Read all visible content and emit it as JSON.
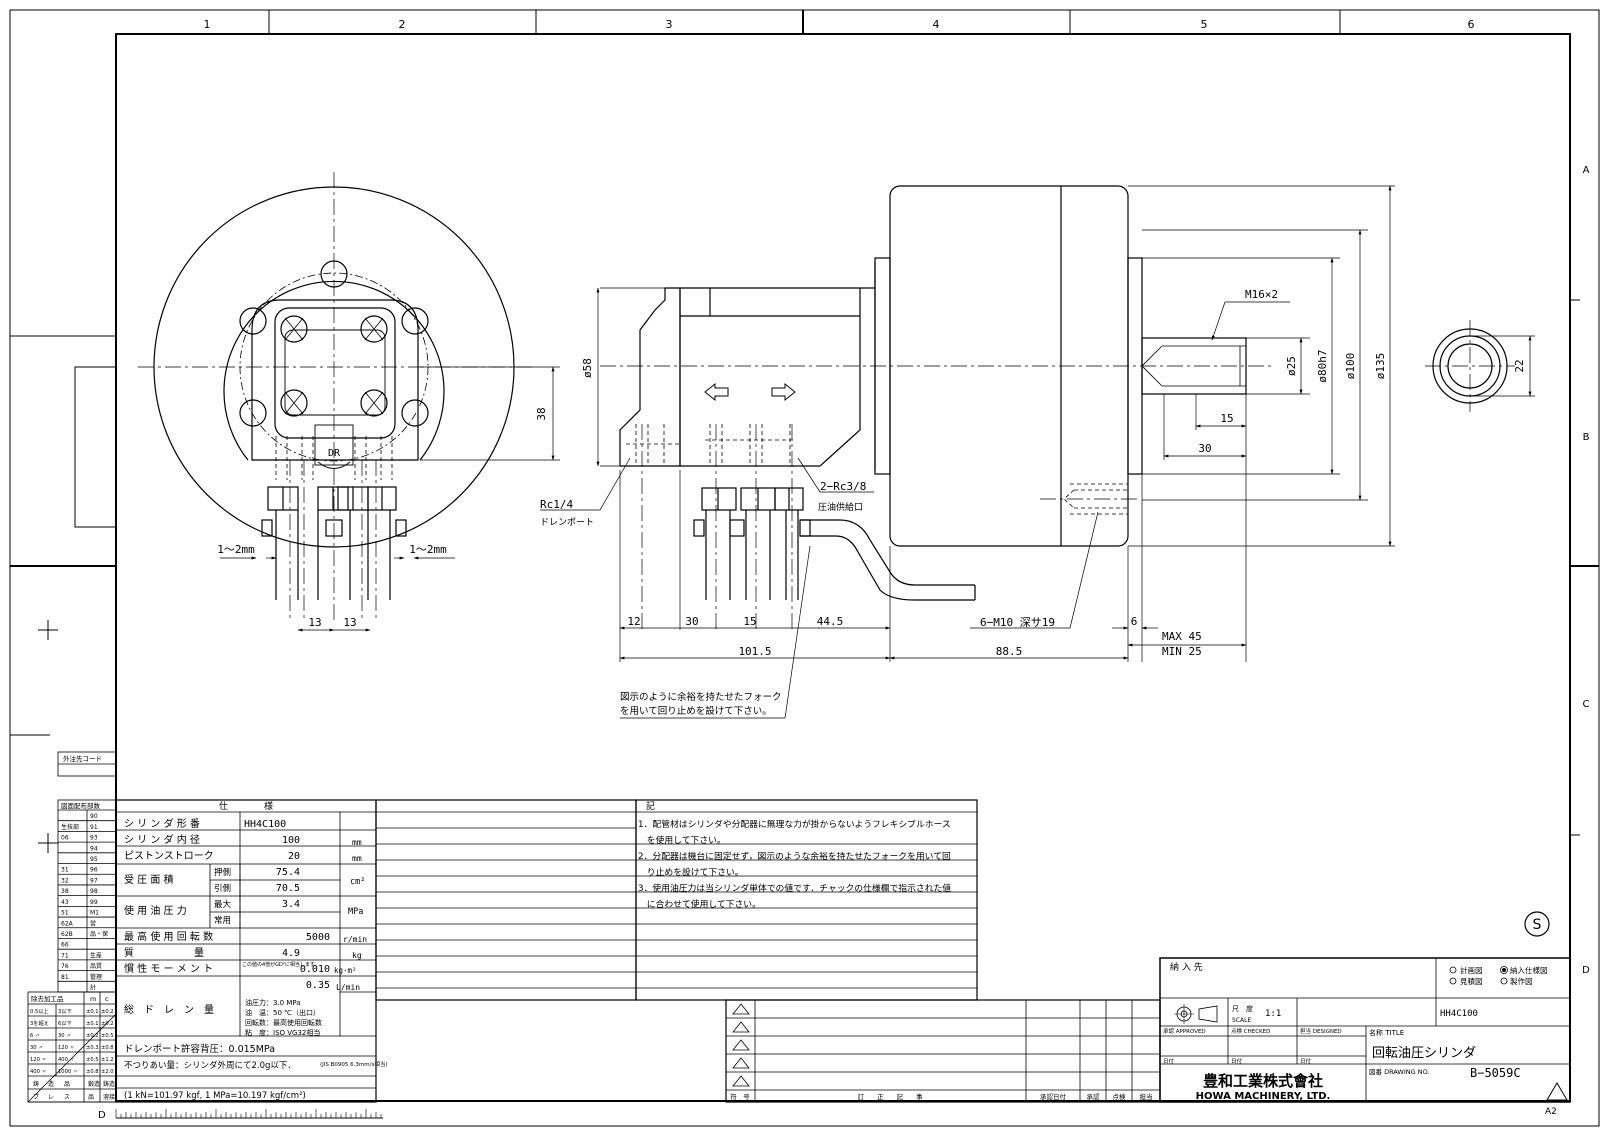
{
  "grid": {
    "columns": [
      "1",
      "2",
      "3",
      "4",
      "5",
      "6"
    ],
    "rows": [
      "A",
      "B",
      "C",
      "D"
    ]
  },
  "dims": {
    "front": {
      "d38": "38",
      "gap_left": "1～2mm",
      "gap_right": "1～2mm",
      "pitch_a": "13",
      "pitch_b": "13"
    },
    "label_dr": "DR",
    "side": {
      "phi58": "ø58",
      "rc14": "Rc1/4",
      "drain_port": "ドレンポート",
      "rc38": "2−Rc3/8",
      "oil_supply": "圧油供給口",
      "d12": "12",
      "d30": "30",
      "d15": "15",
      "d44_5": "44.5",
      "d101_5": "101.5",
      "d88_5": "88.5",
      "d6": "6",
      "max": "MAX 45",
      "min": "MIN 25",
      "m10": "6−M10 深サ19",
      "m16": "M16×2",
      "phi25": "ø25",
      "phi80": "ø80h7",
      "phi100": "ø100",
      "phi135": "ø135",
      "d15b": "15",
      "d30b": "30",
      "note_line1": "図示のように余裕を持たせたフォーク",
      "note_line2": "を用いて回り止めを設けて下さい。"
    },
    "end": {
      "d22": "22"
    }
  },
  "spec": {
    "header": "仕　　　　様",
    "rows": [
      {
        "label": "シ リ ン ダ 形 番",
        "value": "HH4C100",
        "unit": ""
      },
      {
        "label": "シ リ ン ダ 内 径",
        "value": "100",
        "unit": "mm"
      },
      {
        "label": "ピストンストローク",
        "value": "20",
        "unit": "mm"
      }
    ],
    "area_label": "受 圧 面 積",
    "area_push_label": "押側",
    "area_push": "75.4",
    "area_pull_label": "引側",
    "area_pull": "70.5",
    "area_unit": "cm²",
    "pressure_label": "使 用 油 圧 力",
    "pressure_max_label": "最大",
    "pressure_max": "3.4",
    "pressure_normal_label": "常用",
    "pressure_unit": "MPa",
    "speed_label": "最 高 使 用 回 転 数",
    "speed": "5000",
    "speed_unit": "r/min",
    "mass_label": "質　　　　　　量",
    "mass": "4.9",
    "mass_unit": "kg",
    "inertia_label": "慣 性 モ ー メ ン ト",
    "inertia_note": "この値の4倍がGD²に相当します。",
    "inertia": "0.010",
    "inertia_unit": "kg·m²",
    "drain_label": "総　ド　レ　ン　量",
    "drain": "0.35",
    "drain_unit": "L/min",
    "drain_cond": [
      "油圧力：3.0 MPa",
      "油　温：50 ℃（出口）",
      "回転数：最高使用回転数",
      "粘　度：ISO VG32相当"
    ],
    "drain_back": "ドレンポート許容背圧：0.015MPa",
    "unbalance": "不つりあい量：シリンダ外周にて2.0g以下．",
    "unbalance_std": "(JIS B0905 6.3mm/s相当)",
    "conversion": "(1 kN=101.97 kgf, 1 MPa=10.197 kgf/cm²)"
  },
  "notes": {
    "header": "記",
    "lines": [
      "1．配管材はシリンダや分配器に無理な力が掛からないようフレキシブルホース",
      "　を使用して下さい。",
      "2．分配器は機台に固定せず，図示のような余裕を持たせたフォークを用いて回",
      "　り止めを設けて下さい。",
      "3．使用油圧力は当シリンダ単体での値です．チャックの仕様欄で指示された値",
      "　に合わせて使用して下さい。"
    ]
  },
  "left_table": {
    "supplier_code": "外注先コード",
    "distribution": "図面配布部数",
    "codes": [
      [
        "",
        "90"
      ],
      [
        "生技部",
        "91"
      ],
      [
        "06",
        "93"
      ],
      [
        "",
        "94"
      ],
      [
        "",
        "95"
      ],
      [
        "31",
        "96"
      ],
      [
        "32",
        "97"
      ],
      [
        "38",
        "98"
      ],
      [
        "43",
        "99"
      ],
      [
        "51",
        "M1"
      ],
      [
        "62A",
        "営"
      ],
      [
        "62B",
        "品・保"
      ],
      [
        "66",
        ""
      ],
      [
        "71",
        "生産"
      ],
      [
        "76",
        "品質"
      ],
      [
        "81",
        "管理"
      ],
      [
        "",
        "計"
      ]
    ],
    "tol_header": [
      "除去加工品",
      "m",
      "c"
    ],
    "tol_rows": [
      [
        "0.5以上",
        "3以下",
        "±0.1",
        "±0.2"
      ],
      [
        "3を超え",
        "6以下",
        "±0.1",
        "±0.2"
      ],
      [
        "6 〃",
        "30 〃",
        "±0.2",
        "±0.5"
      ],
      [
        "30 〃",
        "120 〃",
        "±0.3",
        "±0.8"
      ],
      [
        "120 〃",
        "400 〃",
        "±0.5",
        "±1.2"
      ],
      [
        "400 〃",
        "1000 〃",
        "±0.8",
        "±2.0"
      ]
    ],
    "footer_rows": [
      [
        "鋳",
        "造",
        "品",
        "鍛造",
        "鋳造"
      ],
      [
        "プ",
        "レ",
        "ス",
        "品",
        "溶接"
      ]
    ]
  },
  "revision": {
    "cols": [
      "符　号",
      "訂　　正　　記　　事",
      "承認日付",
      "承認",
      "点検",
      "担当"
    ]
  },
  "title_block": {
    "customer_label": "納 入 先",
    "opt_plan": "計画図",
    "opt_spec": "納入仕様図",
    "opt_estimate": "見積図",
    "opt_make": "製作図",
    "scale_label": "尺　度",
    "scale_en": "SCALE",
    "scale": "1:1",
    "model": "HH4C100",
    "approved": "承認 APPROVED",
    "checked": "点検 CHECKED",
    "designed": "担当 DESIGNED",
    "date": "日付",
    "title_label": "名称 TITLE",
    "title": "回転油圧シリンダ",
    "company_jp": "豊和工業株式會社",
    "company_en": "HOWA MACHINERY, LTD.",
    "drawing_no_label": "図番 DRAWING NO.",
    "drawing_no": "B−5059C",
    "sheet_size": "A2",
    "s_mark": "S",
    "ruler_letter": "D"
  }
}
